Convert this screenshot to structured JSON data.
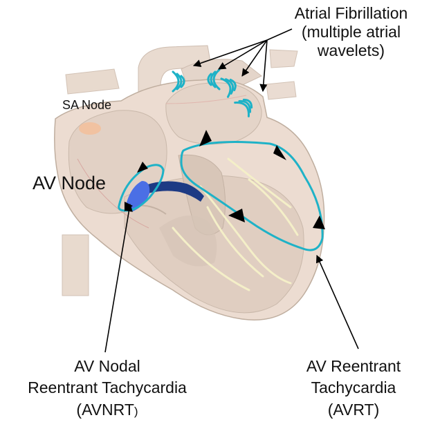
{
  "labels": {
    "atrial_fibrillation": [
      "Atrial Fibrillation",
      "(multiple atrial",
      "wavelets)"
    ],
    "sa_node": "SA Node",
    "av_node": "AV Node",
    "avnrt": {
      "line1": "AV Nodal",
      "line2": "Reentrant Tachycardia",
      "line3_main": "(AVNRT",
      "line3_paren": ")"
    },
    "avrt": [
      "AV Reentrant",
      "Tachycardia",
      "(AVRT)"
    ]
  },
  "colors": {
    "heart_fill": "#ecdcd1",
    "heart_shadow": "#dccbbd",
    "heart_outline": "#bfae9f",
    "vessel": "#e4d6cb",
    "conduction": "#f4efc8",
    "reentry_circuit": "#1eb2c7",
    "av_node_fill": "#4b6fe5",
    "his_bundle": "#1d3a84",
    "sa_node": "#f3c09c",
    "arrow": "#000000"
  },
  "icons": {
    "wavelet": "wavelet-arc-icon",
    "arrowhead": "triangle-arrowhead-icon"
  }
}
